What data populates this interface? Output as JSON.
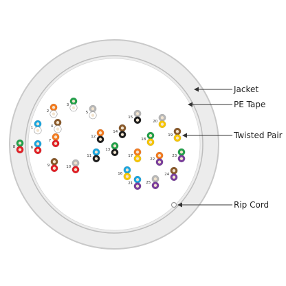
{
  "labels": {
    "jacket": "Jacket",
    "pe_tape": "PE Tape",
    "twisted_pair": "Twisted Pair",
    "rip_cord": "Rip Cord"
  },
  "colors": {
    "jacket_fill": "#ececec",
    "jacket_edge": "#c9c9c9",
    "tape_line": "#bdbdbd",
    "core": "#ffffff",
    "wire_outline": "#9a9a9a"
  },
  "pairs": [
    {
      "n": "1",
      "a": "blue",
      "b": "white"
    },
    {
      "n": "2",
      "a": "orange",
      "b": "white"
    },
    {
      "n": "3",
      "a": "green",
      "b": "white"
    },
    {
      "n": "4",
      "a": "brown",
      "b": "white"
    },
    {
      "n": "5",
      "a": "slate",
      "b": "white"
    },
    {
      "n": "6",
      "a": "blue",
      "b": "red"
    },
    {
      "n": "7",
      "a": "orange",
      "b": "red"
    },
    {
      "n": "8",
      "a": "green",
      "b": "red"
    },
    {
      "n": "9",
      "a": "brown",
      "b": "red"
    },
    {
      "n": "10",
      "a": "slate",
      "b": "red"
    },
    {
      "n": "11",
      "a": "blue",
      "b": "black"
    },
    {
      "n": "12",
      "a": "orange",
      "b": "black"
    },
    {
      "n": "13",
      "a": "green",
      "b": "black"
    },
    {
      "n": "14",
      "a": "brown",
      "b": "black"
    },
    {
      "n": "15",
      "a": "slate",
      "b": "black"
    },
    {
      "n": "16",
      "a": "blue",
      "b": "yellow"
    },
    {
      "n": "17",
      "a": "orange",
      "b": "yellow"
    },
    {
      "n": "18",
      "a": "green",
      "b": "yellow"
    },
    {
      "n": "19",
      "a": "brown",
      "b": "yellow"
    },
    {
      "n": "20",
      "a": "slate",
      "b": "yellow"
    },
    {
      "n": "21",
      "a": "blue",
      "b": "violet"
    },
    {
      "n": "22",
      "a": "orange",
      "b": "violet"
    },
    {
      "n": "23",
      "a": "green",
      "b": "violet"
    },
    {
      "n": "24",
      "a": "brown",
      "b": "violet"
    },
    {
      "n": "25",
      "a": "slate",
      "b": "violet"
    }
  ],
  "wire_colors": {
    "blue": "#1aa6e0",
    "orange": "#f47b20",
    "green": "#22a24a",
    "brown": "#8a5a2b",
    "slate": "#b8b8b8",
    "white": "#ffffff",
    "red": "#e21f26",
    "black": "#1e1e1e",
    "yellow": "#f7c600",
    "violet": "#7a3e9d"
  }
}
